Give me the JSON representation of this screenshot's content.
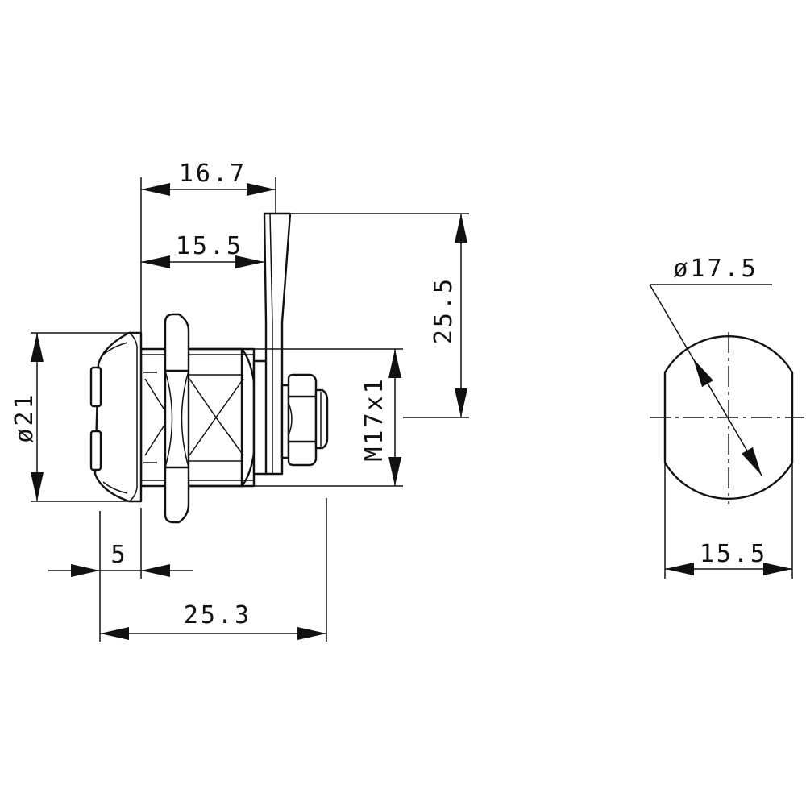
{
  "dimensions": {
    "cam_reach": "16.7",
    "body_length": "15.5",
    "cam_height": "25.5",
    "flange_diameter": "ø21",
    "thread": "M17x1",
    "flange_thickness": "5",
    "overall_length": "25.3",
    "body_diameter": "ø17.5",
    "flat_width": "15.5"
  }
}
